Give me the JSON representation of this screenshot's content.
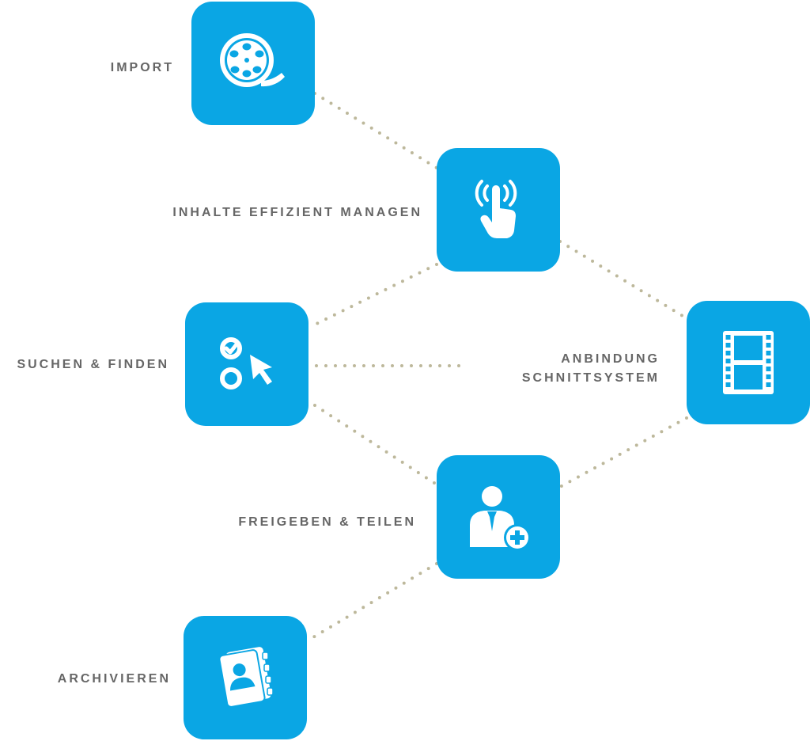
{
  "colors": {
    "tile": "#0aa6e4",
    "icon": "#ffffff",
    "connector": "#bdb89b",
    "label": "#666666"
  },
  "steps": [
    {
      "label": "IMPORT",
      "icon": "film-reel-icon"
    },
    {
      "label": "INHALTE EFFIZIENT MANAGEN",
      "icon": "touch-hand-icon"
    },
    {
      "label": "SUCHEN & FINDEN",
      "icon": "select-cursor-icon"
    },
    {
      "label_line1": "ANBINDUNG",
      "label_line2": "SCHNITTSYSTEM",
      "icon": "film-strip-icon"
    },
    {
      "label": "FREIGEBEN & TEILEN",
      "icon": "add-user-icon"
    },
    {
      "label": "ARCHIVIEREN",
      "icon": "address-book-icon"
    }
  ]
}
